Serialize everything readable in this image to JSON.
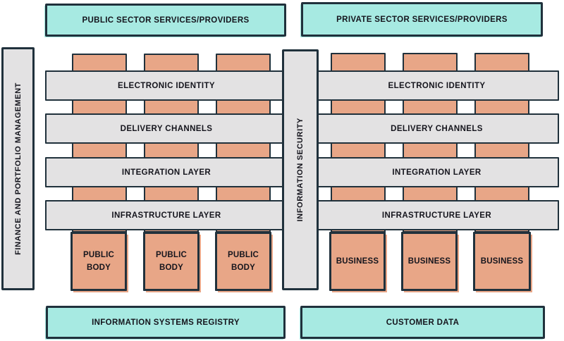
{
  "colors": {
    "teal": "#a7eae2",
    "salmon": "#e8a687",
    "gray": "#e3e2e3",
    "border": "#20313c",
    "text": "#15151d",
    "background": "#ffffff"
  },
  "top_banners": {
    "left": "PUBLIC SECTOR SERVICES/PROVIDERS",
    "right": "PRIVATE SECTOR SERVICES/PROVIDERS"
  },
  "bottom_banners": {
    "left": "INFORMATION SYSTEMS REGISTRY",
    "right": "CUSTOMER DATA"
  },
  "vertical_bars": {
    "finance": "FINANCE AND PORTFOLIO MANAGEMENT",
    "security": "INFORMATION SECURITY"
  },
  "layers": [
    "ELECTRONIC IDENTITY",
    "DELIVERY CHANNELS",
    "INTEGRATION LAYER",
    "INFRASTRUCTURE LAYER"
  ],
  "sections": {
    "left": {
      "entities": [
        "PUBLIC BODY",
        "PUBLIC BODY",
        "PUBLIC BODY"
      ]
    },
    "right": {
      "entities": [
        "BUSINESS",
        "BUSINESS",
        "BUSINESS"
      ]
    }
  }
}
